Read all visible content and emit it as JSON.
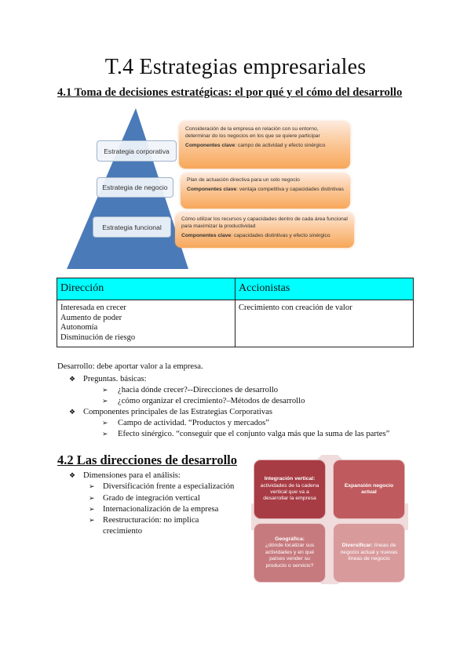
{
  "title": "T.4 Estrategias empresariales",
  "section1": {
    "heading": "4.1 Toma de decisiones estratégicas: el por qué y el cómo del desarrollo",
    "pyramid": {
      "levels": [
        {
          "label": "Estrategia corporativa",
          "description": "Consideración de la empresa en relación con su entorno, determinar do los negocios en los que se quiere participar",
          "key_label": "Componentes clave",
          "key_text": ": campo de actividad y efecto sinérgico"
        },
        {
          "label": "Estrategia de negocio",
          "description": "Plan de actuación directiva para un solo negocio",
          "key_label": "Componentes clave",
          "key_text": ": ventaja competitiva y capacidades distintivas"
        },
        {
          "label": "Estrategia funcional",
          "description": "Cómo utilizar los recursos y capacidades dentro de cada área funcional para maximizar la productividad",
          "key_label": "Componentes clave",
          "key_text": ": capacidades distintivas y efecto sinérgico"
        }
      ],
      "colors": {
        "pyramid": "#4a7ab8",
        "box_top": "#fde9dc",
        "box_bottom": "#f7a75a"
      }
    },
    "table": {
      "header_color": "#00ffff",
      "headers": [
        "Dirección",
        "Accionistas"
      ],
      "col1": [
        "Interesada en crecer",
        "Aumento de poder",
        "Autonomía",
        "Disminución de riesgo"
      ],
      "col2": [
        "Crecimiento con creación de valor"
      ]
    },
    "intro": "Desarrollo: debe aportar valor a la empresa.",
    "bullets": [
      {
        "text": "Preguntas. básicas:",
        "children": [
          "¿hacia dónde crecer?--Direcciones de desarrollo",
          "¿cómo organizar el crecimiento?–Métodos de desarrollo"
        ]
      },
      {
        "text": "Componentes principales de las Estrategias Corporativas",
        "children": [
          "Campo de actividad.  “Productos y mercados”",
          "Efecto sinérgico.  “conseguir que el conjunto valga más que la suma de las partes”"
        ]
      }
    ]
  },
  "section2": {
    "heading": "4.2 Las direcciones de desarrollo",
    "bullet": "Dimensiones para el análisis:",
    "children": [
      "Diversificación frente a especialización",
      "Grado de integración vertical",
      "Internacionalización de la empresa",
      "Reestructuración: no implica crecimiento"
    ],
    "matrix": {
      "top_left": {
        "title": "Integración vertical:",
        "text": "actividades de la cadena vertical que va a desarrollar la empresa"
      },
      "top_right": {
        "title": "Expansión negocio actual",
        "text": ""
      },
      "bottom_left": {
        "title": "Geográfica:",
        "text": "¿dónde localizar sus actividades y en qué países vender su producto o servicio?"
      },
      "bottom_right": {
        "title": "Diversificar:",
        "text": "líneas de negocio actual y nuevas líneas de negocio"
      }
    }
  },
  "icons": {
    "bullet_l1": "❖",
    "bullet_l2": "➢"
  }
}
